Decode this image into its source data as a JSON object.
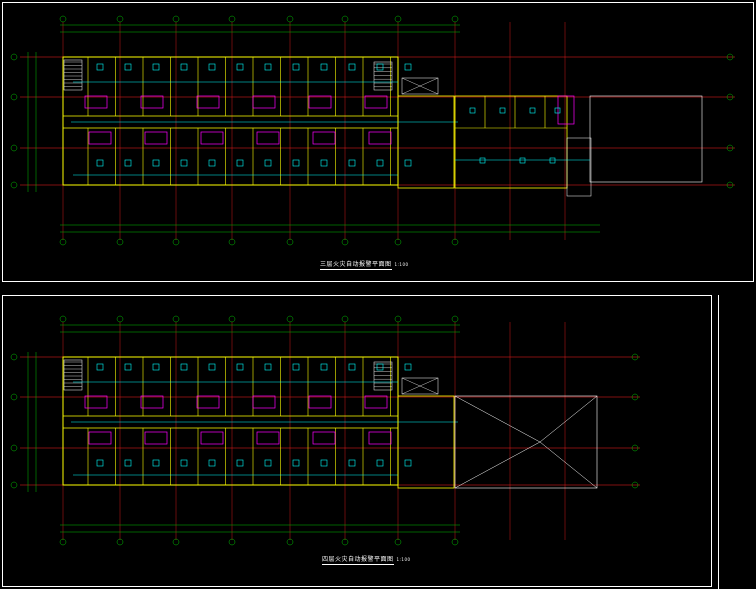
{
  "drawing": {
    "colors": {
      "background": "#000000",
      "frame": "#ffffff",
      "axis": "#ff2020",
      "dimension": "#00c000",
      "wall": "#ffff00",
      "equipment": "#00ffff",
      "room_fixture": "#ff00ff"
    },
    "plan_3": {
      "caption": "三层火灾自动报警平面图",
      "scale": "1:100"
    },
    "plan_4": {
      "caption": "四层火灾自动报警平面图",
      "scale": "1:100"
    }
  }
}
